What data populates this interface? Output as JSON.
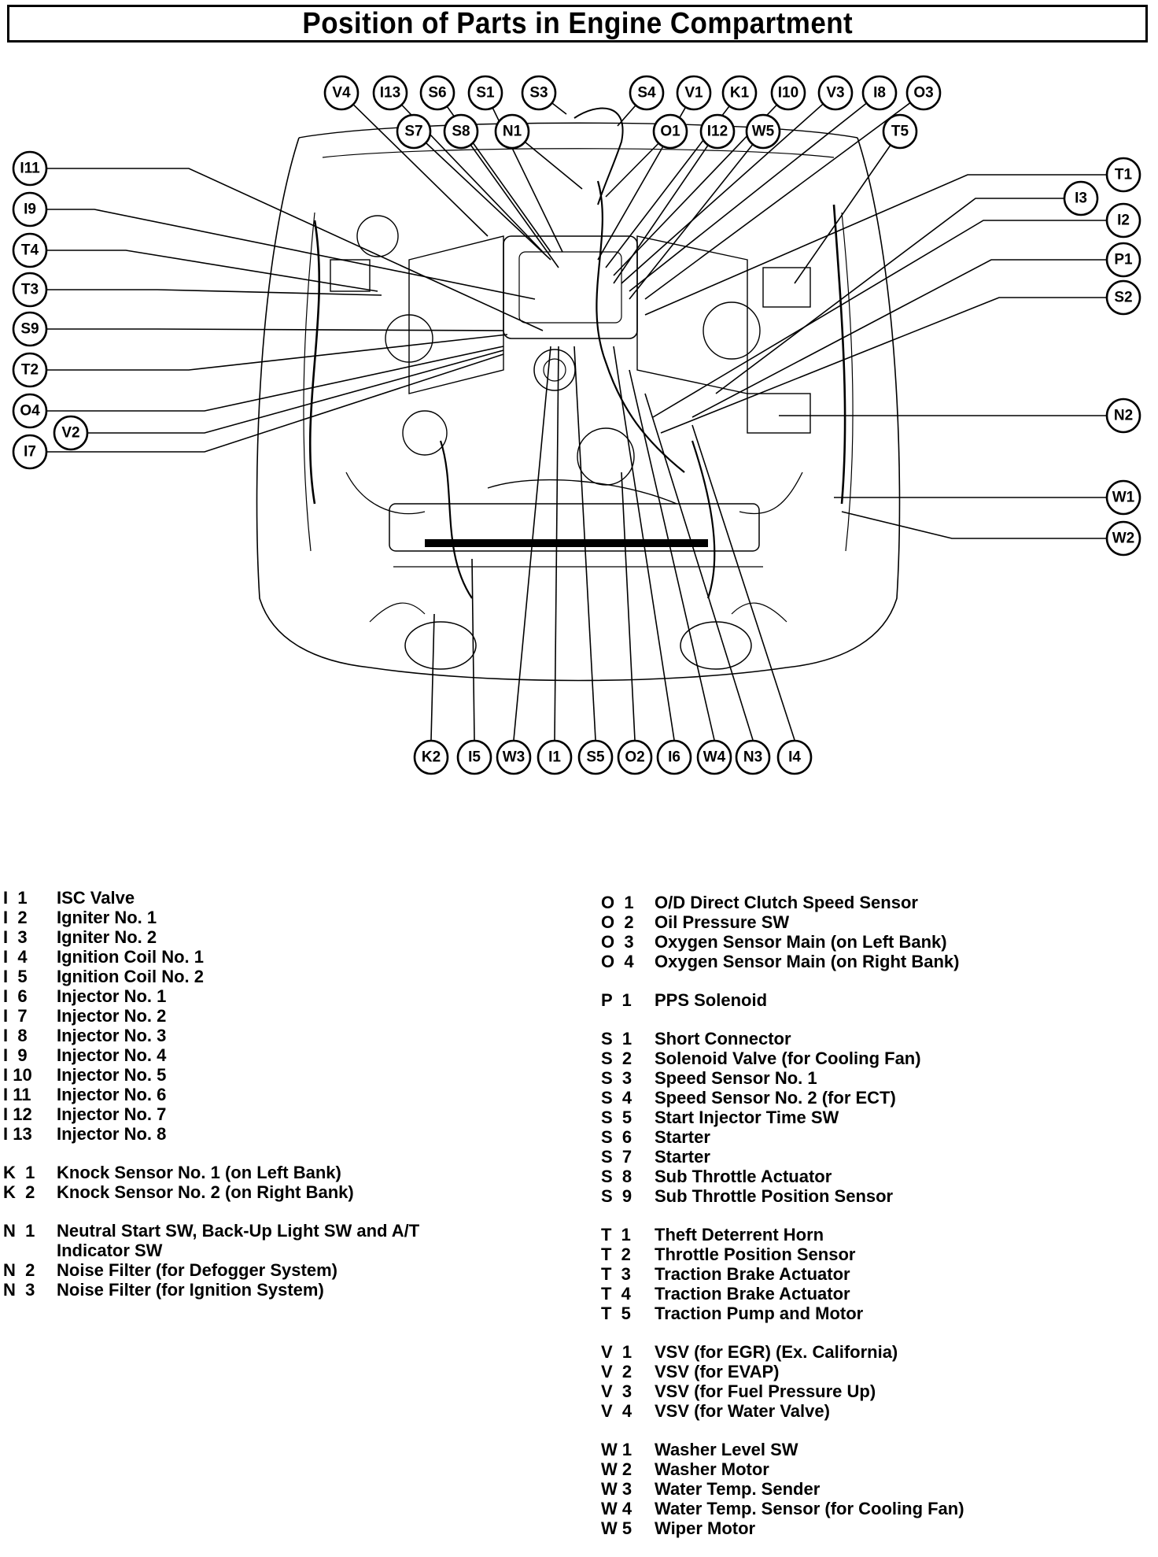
{
  "title": "Position of Parts in Engine Compartment",
  "callouts": [
    {
      "id": "V4",
      "label": "V4"
    },
    {
      "id": "I13",
      "label": "I13"
    },
    {
      "id": "S6",
      "label": "S6"
    },
    {
      "id": "S1",
      "label": "S1"
    },
    {
      "id": "S3",
      "label": "S3"
    },
    {
      "id": "S4",
      "label": "S4"
    },
    {
      "id": "V1",
      "label": "V1"
    },
    {
      "id": "K1",
      "label": "K1"
    },
    {
      "id": "I10",
      "label": "I10"
    },
    {
      "id": "V3",
      "label": "V3"
    },
    {
      "id": "I8",
      "label": "I8"
    },
    {
      "id": "O3",
      "label": "O3"
    },
    {
      "id": "S7",
      "label": "S7"
    },
    {
      "id": "S8",
      "label": "S8"
    },
    {
      "id": "N1",
      "label": "N1"
    },
    {
      "id": "O1",
      "label": "O1"
    },
    {
      "id": "I12",
      "label": "I12"
    },
    {
      "id": "W5",
      "label": "W5"
    },
    {
      "id": "T5",
      "label": "T5"
    },
    {
      "id": "I11",
      "label": "I11"
    },
    {
      "id": "I9",
      "label": "I9"
    },
    {
      "id": "T4",
      "label": "T4"
    },
    {
      "id": "T3",
      "label": "T3"
    },
    {
      "id": "S9",
      "label": "S9"
    },
    {
      "id": "T2",
      "label": "T2"
    },
    {
      "id": "O4",
      "label": "O4"
    },
    {
      "id": "V2",
      "label": "V2"
    },
    {
      "id": "I7",
      "label": "I7"
    },
    {
      "id": "T1",
      "label": "T1"
    },
    {
      "id": "I3",
      "label": "I3"
    },
    {
      "id": "I2",
      "label": "I2"
    },
    {
      "id": "P1",
      "label": "P1"
    },
    {
      "id": "S2",
      "label": "S2"
    },
    {
      "id": "N2",
      "label": "N2"
    },
    {
      "id": "W1",
      "label": "W1"
    },
    {
      "id": "W2",
      "label": "W2"
    },
    {
      "id": "K2",
      "label": "K2"
    },
    {
      "id": "I5",
      "label": "I5"
    },
    {
      "id": "W3",
      "label": "W3"
    },
    {
      "id": "I1",
      "label": "I1"
    },
    {
      "id": "S5",
      "label": "S5"
    },
    {
      "id": "O2",
      "label": "O2"
    },
    {
      "id": "I6",
      "label": "I6"
    },
    {
      "id": "W4",
      "label": "W4"
    },
    {
      "id": "N3",
      "label": "N3"
    },
    {
      "id": "I4",
      "label": "I4"
    }
  ],
  "legend_left": [
    {
      "group": "I",
      "items": [
        {
          "code": "I  1",
          "desc": "ISC Valve"
        },
        {
          "code": "I  2",
          "desc": "Igniter No. 1"
        },
        {
          "code": "I  3",
          "desc": "Igniter No. 2"
        },
        {
          "code": "I  4",
          "desc": "Ignition Coil No. 1"
        },
        {
          "code": "I  5",
          "desc": "Ignition Coil No. 2"
        },
        {
          "code": "I  6",
          "desc": "Injector No. 1"
        },
        {
          "code": "I  7",
          "desc": "Injector No. 2"
        },
        {
          "code": "I  8",
          "desc": "Injector No. 3"
        },
        {
          "code": "I  9",
          "desc": "Injector No. 4"
        },
        {
          "code": "I 10",
          "desc": "Injector No. 5"
        },
        {
          "code": "I 11",
          "desc": "Injector No. 6"
        },
        {
          "code": "I 12",
          "desc": "Injector No. 7"
        },
        {
          "code": "I 13",
          "desc": "Injector No. 8"
        }
      ]
    },
    {
      "group": "K",
      "items": [
        {
          "code": "K  1",
          "desc": "Knock Sensor No. 1 (on Left Bank)"
        },
        {
          "code": "K  2",
          "desc": "Knock Sensor No. 2 (on Right Bank)"
        }
      ]
    },
    {
      "group": "N",
      "items": [
        {
          "code": "N  1",
          "desc": "Neutral Start SW, Back-Up Light SW and A/T"
        },
        {
          "code": "",
          "desc": "Indicator SW"
        },
        {
          "code": "N  2",
          "desc": "Noise Filter (for Defogger System)"
        },
        {
          "code": "N  3",
          "desc": "Noise Filter (for Ignition System)"
        }
      ]
    }
  ],
  "legend_right": [
    {
      "group": "O",
      "items": [
        {
          "code": "O  1",
          "desc": "O/D Direct Clutch Speed Sensor"
        },
        {
          "code": "O  2",
          "desc": "Oil Pressure SW"
        },
        {
          "code": "O  3",
          "desc": "Oxygen Sensor Main (on Left Bank)"
        },
        {
          "code": "O  4",
          "desc": "Oxygen Sensor Main (on Right Bank)"
        }
      ]
    },
    {
      "group": "P",
      "items": [
        {
          "code": "P  1",
          "desc": "PPS Solenoid"
        }
      ]
    },
    {
      "group": "S",
      "items": [
        {
          "code": "S  1",
          "desc": "Short Connector"
        },
        {
          "code": "S  2",
          "desc": "Solenoid Valve (for Cooling Fan)"
        },
        {
          "code": "S  3",
          "desc": "Speed Sensor No. 1"
        },
        {
          "code": "S  4",
          "desc": "Speed Sensor No. 2 (for ECT)"
        },
        {
          "code": "S  5",
          "desc": "Start Injector Time SW"
        },
        {
          "code": "S  6",
          "desc": "Starter"
        },
        {
          "code": "S  7",
          "desc": "Starter"
        },
        {
          "code": "S  8",
          "desc": "Sub Throttle Actuator"
        },
        {
          "code": "S  9",
          "desc": "Sub Throttle Position Sensor"
        }
      ]
    },
    {
      "group": "T",
      "items": [
        {
          "code": "T  1",
          "desc": "Theft Deterrent Horn"
        },
        {
          "code": "T  2",
          "desc": "Throttle Position Sensor"
        },
        {
          "code": "T  3",
          "desc": "Traction Brake Actuator"
        },
        {
          "code": "T  4",
          "desc": "Traction Brake Actuator"
        },
        {
          "code": "T  5",
          "desc": "Traction Pump and Motor"
        }
      ]
    },
    {
      "group": "V",
      "items": [
        {
          "code": "V  1",
          "desc": "VSV (for EGR) (Ex. California)"
        },
        {
          "code": "V  2",
          "desc": "VSV (for EVAP)"
        },
        {
          "code": "V  3",
          "desc": "VSV (for Fuel Pressure Up)"
        },
        {
          "code": "V  4",
          "desc": "VSV (for Water Valve)"
        }
      ]
    },
    {
      "group": "W",
      "items": [
        {
          "code": "W 1",
          "desc": "Washer Level SW"
        },
        {
          "code": "W 2",
          "desc": "Washer Motor"
        },
        {
          "code": "W 3",
          "desc": "Water Temp. Sender"
        },
        {
          "code": "W 4",
          "desc": "Water Temp. Sensor (for Cooling Fan)"
        },
        {
          "code": "W 5",
          "desc": "Wiper Motor"
        }
      ]
    }
  ]
}
